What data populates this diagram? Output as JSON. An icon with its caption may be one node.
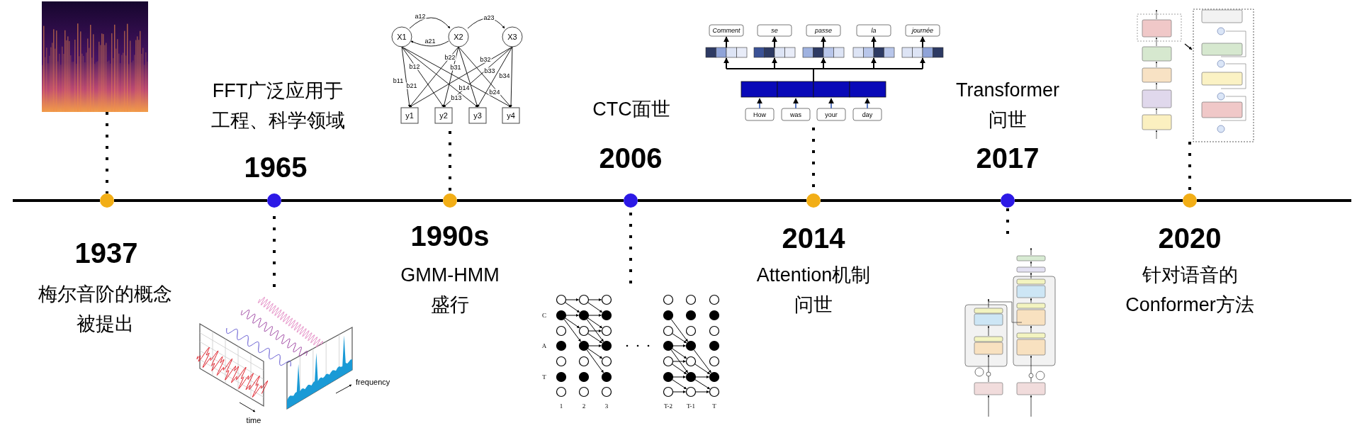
{
  "diagram": {
    "nodes": [
      {
        "text": [],
        "shape": "circle",
        "beside": [
          "1937",
          "梅尔音阶的概念被提出"
        ]
      },
      {
        "text": [],
        "shape": "circle",
        "beside": [
          "1965",
          "FFT广泛应用于工程、科学领域"
        ]
      },
      {
        "text": [],
        "shape": "circle",
        "beside": [
          "1990s",
          "GMM-HMM盛行"
        ]
      },
      {
        "text": [],
        "shape": "circle",
        "beside": [
          "2006",
          "CTC面世"
        ]
      },
      {
        "text": [],
        "shape": "circle",
        "beside": [
          "2014",
          "Attention机制问世"
        ]
      },
      {
        "text": [],
        "shape": "circle",
        "beside": [
          "2017",
          "Transformer问世"
        ]
      },
      {
        "text": [],
        "shape": "circle",
        "beside": [
          "2020",
          "针对语音的Conformer方法"
        ]
      },
      {
        "text": [],
        "shape": "picture"
      },
      {
        "text": [],
        "shape": "picture"
      },
      {
        "text": [],
        "shape": "picture"
      },
      {
        "text": [],
        "shape": "picture"
      },
      {
        "text": [],
        "shape": "picture"
      },
      {
        "text": [],
        "shape": "picture"
      },
      {
        "text": [],
        "shape": "picture"
      }
    ],
    "edges": [
      {
        "from": 0,
        "to": 1,
        "arrow": "none"
      },
      {
        "from": 1,
        "to": 2,
        "arrow": "none"
      },
      {
        "from": 2,
        "to": 3,
        "arrow": "none"
      },
      {
        "from": 3,
        "to": 4,
        "arrow": "none"
      },
      {
        "from": 4,
        "to": 5,
        "arrow": "none"
      },
      {
        "from": 5,
        "to": 6,
        "arrow": "none"
      },
      {
        "from": 7,
        "to": 0,
        "arrow": "none",
        "style": "dashed"
      },
      {
        "from": 8,
        "to": 1,
        "arrow": "none",
        "style": "dashed"
      },
      {
        "from": 9,
        "to": 2,
        "arrow": "none",
        "style": "dashed"
      },
      {
        "from": 10,
        "to": 3,
        "arrow": "none",
        "style": "dashed"
      },
      {
        "from": 11,
        "to": 4,
        "arrow": "none",
        "style": "dashed"
      },
      {
        "from": 12,
        "to": 5,
        "arrow": "none",
        "style": "dashed"
      },
      {
        "from": 13,
        "to": 6,
        "arrow": "none",
        "style": "dashed"
      }
    ],
    "labels": [
      "frequency",
      "time",
      "a12",
      "a23",
      "X1",
      "X2",
      "X3",
      "a21",
      "b22",
      "b32",
      "b12",
      "b31",
      "b33",
      "b34",
      "b11",
      "b21",
      "b14",
      "b24",
      "b13",
      "y1",
      "y2",
      "y3",
      "y4",
      "C",
      "A",
      "T",
      "1",
      "2",
      "3",
      "T-2",
      "T-1",
      "T",
      "Comment",
      "se",
      "passe",
      "la",
      "journée",
      "How",
      "was",
      "your",
      "day"
    ]
  }
}
